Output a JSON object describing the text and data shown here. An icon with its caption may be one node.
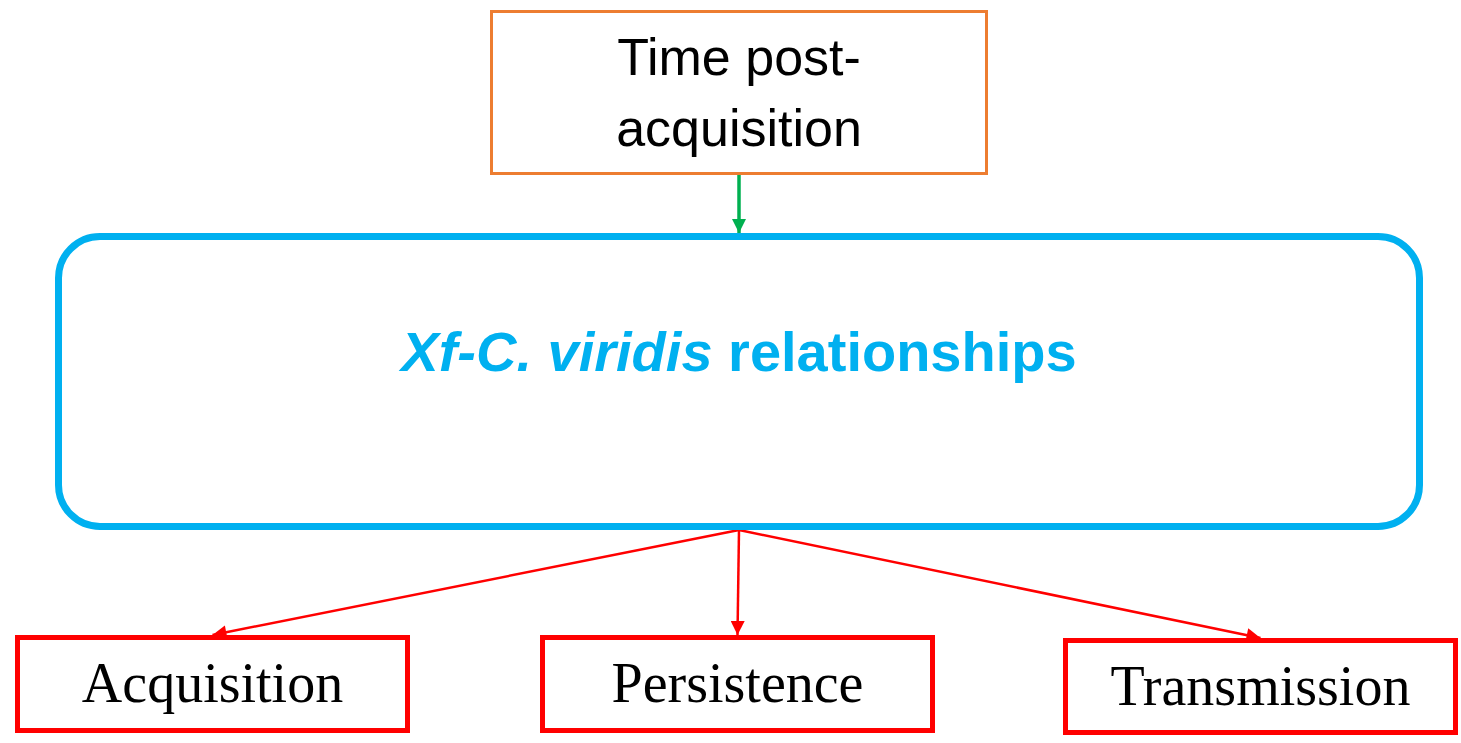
{
  "diagram": {
    "nodes": [
      {
        "text": [
          "Time post- acquisition"
        ]
      },
      {
        "text": [
          "*Xf-C. viridis* relationships"
        ]
      },
      {
        "text": [
          "Acquisition"
        ]
      },
      {
        "text": [
          "Persistence"
        ]
      },
      {
        "text": [
          "Transmission"
        ]
      }
    ],
    "edges": [
      {
        "from": 0,
        "to": 1,
        "arrow": "to",
        "color": "#00b050"
      },
      {
        "from": 1,
        "to": 2,
        "arrow": "to"
      },
      {
        "from": 1,
        "to": 3,
        "arrow": "to"
      },
      {
        "from": 1,
        "to": 4,
        "arrow": "to"
      }
    ]
  }
}
